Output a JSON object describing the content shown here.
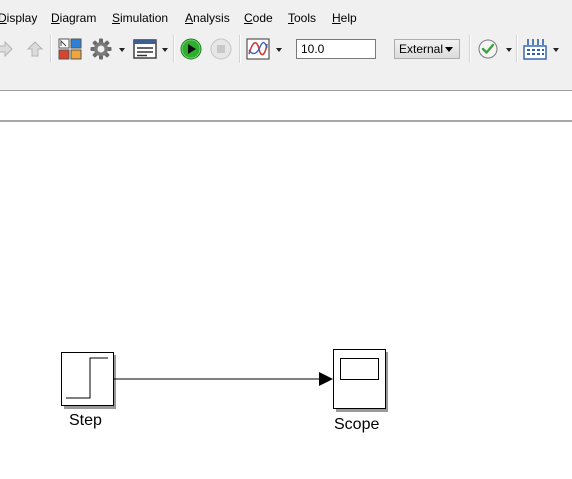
{
  "menu": {
    "display": "Display",
    "diagram": "Diagram",
    "simulation": "Simulation",
    "analysis": "Analysis",
    "code": "Code",
    "tools": "Tools",
    "help": "Help"
  },
  "toolbar": {
    "stop_time": "10.0",
    "simulation_mode": "External",
    "icons": [
      "forward-icon",
      "up-icon",
      "library-browser-icon",
      "model-settings-icon",
      "model-explorer-icon",
      "run-icon",
      "stop-icon",
      "data-inspector-icon",
      "check-icon",
      "build-icon"
    ]
  },
  "diagram": {
    "blocks": [
      {
        "name": "Step"
      },
      {
        "name": "Scope"
      }
    ],
    "line_color": "#000000"
  },
  "colors": {
    "chrome": "#f0f0f0",
    "run_green": "#2eae2e",
    "canvas": "#ffffff"
  }
}
